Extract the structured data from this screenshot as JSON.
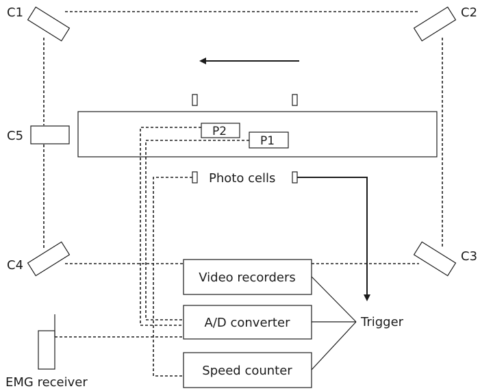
{
  "cameras": {
    "c1": "C1",
    "c2": "C2",
    "c3": "C3",
    "c4": "C4",
    "c5": "C5"
  },
  "plates": {
    "p1": "P1",
    "p2": "P2"
  },
  "photo_cells_label": "Photo cells",
  "devices": {
    "video_recorders": "Video recorders",
    "ad_converter": "A/D converter",
    "speed_counter": "Speed counter"
  },
  "trigger_label": "Trigger",
  "emg_receiver_label": "EMG receiver",
  "colors": {
    "line": "#1a1a1a",
    "background": "#ffffff"
  }
}
